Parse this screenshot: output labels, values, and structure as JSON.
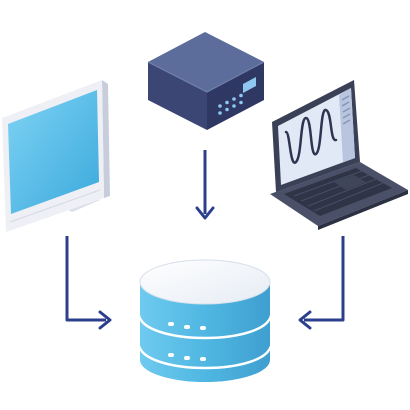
{
  "diagram": {
    "colors": {
      "background": "#ffffff",
      "arrow": "#2c3f8c",
      "monitor_screen": "#53bde9",
      "monitor_body": "#eef0f5",
      "box_top": "#5c6c9b",
      "box_front": "#3b4675",
      "box_side": "#2e3862",
      "box_leds": "#8ec7f0",
      "laptop_body": "#3a4055",
      "laptop_screen": "#e2e9f6",
      "laptop_wave": "#2e3550",
      "database_top": "#f4f7fb",
      "database_side": "#4fb7e2",
      "database_dots": "#ffffff"
    },
    "nodes": [
      {
        "id": "server-box",
        "icon": "server-box-icon",
        "role": "source"
      },
      {
        "id": "desktop-monitor",
        "icon": "desktop-monitor-icon",
        "role": "source"
      },
      {
        "id": "laptop",
        "icon": "laptop-icon",
        "role": "source"
      },
      {
        "id": "database",
        "icon": "database-icon",
        "role": "target"
      }
    ],
    "edges": [
      {
        "from": "server-box",
        "to": "database"
      },
      {
        "from": "desktop-monitor",
        "to": "database"
      },
      {
        "from": "laptop",
        "to": "database"
      }
    ]
  }
}
